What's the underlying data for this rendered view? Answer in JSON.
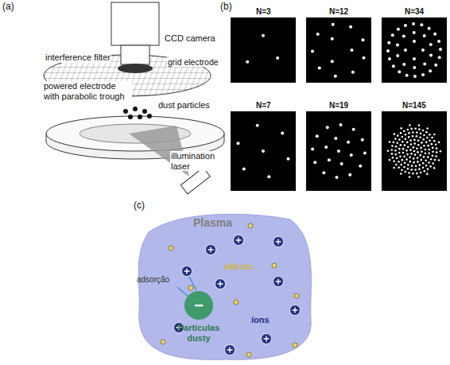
{
  "diagram": {
    "nodes": [
      {
        "text": [
          "Plasma"
        ]
      },
      {
        "text": [
          "−",
          "Partículas dusty"
        ],
        "in": 0
      }
    ],
    "labels": [
      "(a)",
      "CCD camera",
      "interference filter",
      "grid electrode",
      "powered electrode with parabolic trough",
      "dust particles",
      "illumination laser",
      "(b)",
      "N=3",
      "N=12",
      "N=34",
      "N=7",
      "N=19",
      "N=145",
      "(c)",
      "adsorção",
      "elétrons",
      "íons"
    ]
  }
}
